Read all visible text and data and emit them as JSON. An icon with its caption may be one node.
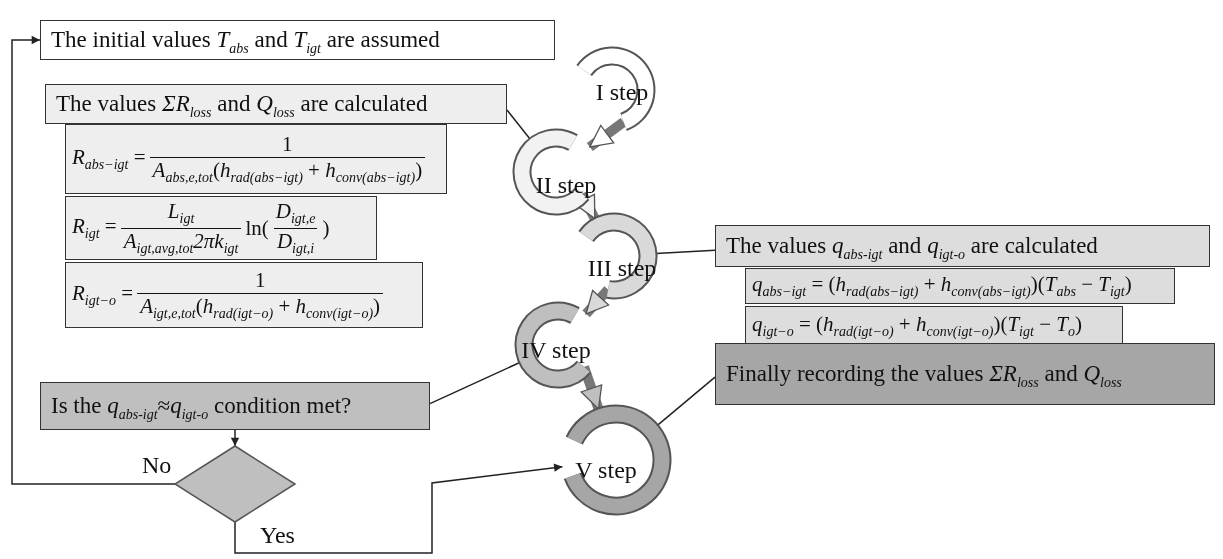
{
  "diagram": {
    "nodes": [
      {
        "text": [
          "The initial values *T*$_{abs}$ and *T*$_{igt}$ are assumed"
        ]
      },
      {
        "text": [
          "I step"
        ]
      },
      {
        "text": [
          "The values *ΣR*$_{loss}$ and *Q*$_{loss}$ are calculated"
        ]
      },
      {
        "text": [
          "*R*$_{abs−igt}$ =",
          "1",
          "*A*$_{abs,e,tot}$(*h*$_{rad(abs−igt)}$ + *h*$_{conv(abs−igt)}$)"
        ]
      },
      {
        "text": [
          "*R*$_{igt}$ =",
          "*L*$_{igt}$",
          "*A*$_{igt,avg,tot}$*2πk*$_{igt}$",
          "ln(",
          "*D*$_{igt,e}$",
          "*D*$_{igt,i}$",
          ")"
        ]
      },
      {
        "text": [
          "*R*$_{igt−o}$ =",
          "1",
          "*A*$_{igt,e,tot}$(*h*$_{rad(igt−o)}$ + *h*$_{conv(igt−o)}$)"
        ]
      },
      {
        "text": [
          "II step"
        ]
      },
      {
        "text": [
          "The values *q*$_{abs-igt}$ and *q*$_{igt-o}$ are calculated"
        ]
      },
      {
        "text": [
          "*q*$_{abs−igt}$ = (*h*$_{rad(abs−igt)}$ + *h*$_{conv(abs−igt)}$)(*T*$_{abs}$ − *T*$_{igt}$)"
        ]
      },
      {
        "text": [
          "*q*$_{igt−o}$ = (*h*$_{rad(igt−o)}$ + *h*$_{conv(igt−o)}$)(*T*$_{igt}$ − *T*$_{o}$)"
        ]
      },
      {
        "text": [
          "III step"
        ]
      },
      {
        "text": [
          "IV step"
        ]
      },
      {
        "text": [
          "Is the *q*$_{abs-igt}$≈*q*$_{igt-o}$ condition met?"
        ]
      },
      {
        "text": [
          "Finally recording the values *ΣR*$_{loss}$ and *Q*$_{loss}$"
        ]
      },
      {
        "text": [],
        "shape": "diamond"
      },
      {
        "text": [
          "V step"
        ]
      }
    ],
    "edges": [
      {
        "from": 2,
        "to": 6,
        "arrow": "none"
      },
      {
        "from": 7,
        "to": 10,
        "arrow": "none"
      },
      {
        "from": 12,
        "to": 11,
        "arrow": "none"
      },
      {
        "from": 13,
        "to": 15,
        "arrow": "none"
      },
      {
        "from": 1,
        "to": 6,
        "arrow": "to",
        "style": "thick"
      },
      {
        "from": 6,
        "to": 10,
        "arrow": "to",
        "style": "thick"
      },
      {
        "from": 10,
        "to": 11,
        "arrow": "to",
        "style": "thick"
      },
      {
        "from": 11,
        "to": 15,
        "arrow": "to",
        "style": "thick"
      },
      {
        "from": 12,
        "to": 14,
        "arrow": "to"
      },
      {
        "from": 14,
        "to": 0,
        "arrow": "to",
        "label": "No"
      },
      {
        "from": 14,
        "to": 15,
        "arrow": "to",
        "label": "Yes"
      }
    ]
  }
}
